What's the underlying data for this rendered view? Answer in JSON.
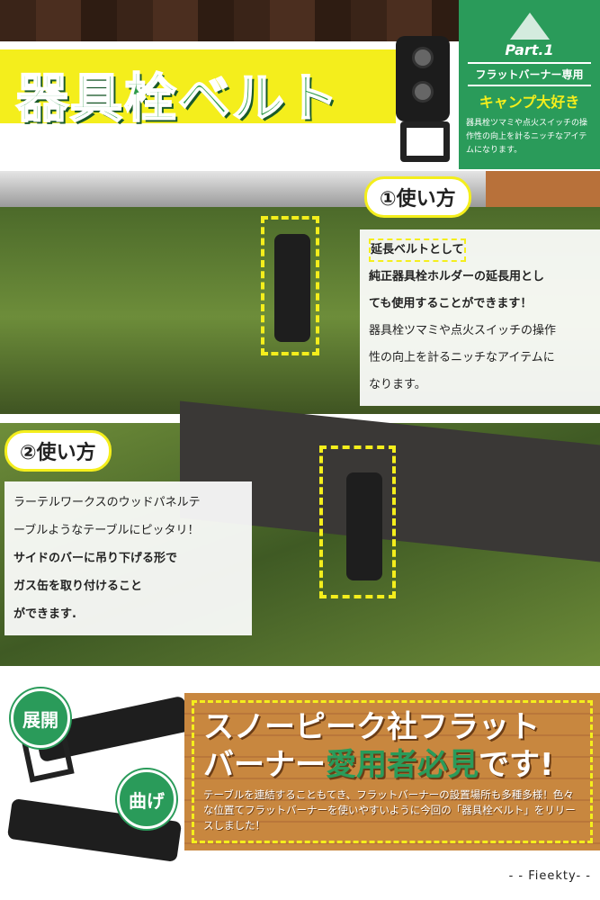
{
  "header": {
    "title": "器具栓ベルト",
    "ribbon": {
      "part": "Part.1",
      "subtitle": "フラットバーナー専用",
      "catch": "キャンプ大好き",
      "description": "器具栓ツマミや点火スイッチの操作性の向上を計るニッチなアイテムになります。"
    }
  },
  "usage1": {
    "label": "①使い方",
    "lines": [
      "延長ベルトとして",
      "純正器具栓ホルダーの延長用とし",
      "ても使用することができます！",
      "器具栓ツマミや点火スイッチの操作",
      "性の向上を計るニッチなアイテムに",
      "なります。"
    ]
  },
  "usage2": {
    "label": "②使い方",
    "lines": [
      "ラーテルワークスのウッドパネルテ",
      "ーブルようなテーブルにピッタリ！",
      "サイドのバーに吊り下げる形で",
      "ガス缶を取り付けること",
      "ができます."
    ]
  },
  "bottom": {
    "badge_open": "展開",
    "badge_bend": "曲げ",
    "headline_1": "スノーピーク社フラット",
    "headline_2a": "バーナー",
    "headline_2b": "愛用者必見",
    "headline_2c": "です!",
    "body": "テーブルを連結することもてき、フラットバーナーの設置場所も多種多様！色々な位置てフラットバーナーを使いやすいように今回の「器具栓ベルト」をリリースしました！",
    "brand": "- - Fieekty- -"
  },
  "colors": {
    "accent_green": "#2a9b5a",
    "accent_yellow": "#f4ee1c",
    "wood": "#c8873f"
  }
}
